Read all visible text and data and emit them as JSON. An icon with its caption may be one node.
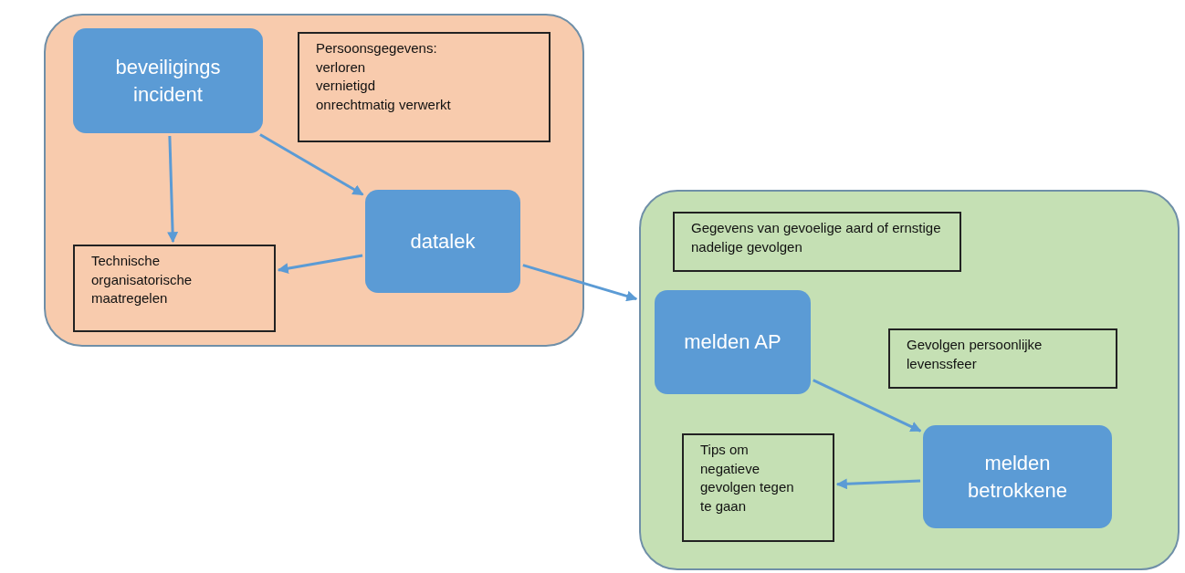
{
  "diagram": {
    "nodes": [
      {
        "text": [],
        "shape": "box"
      },
      {
        "text": [
          "beveiligings incident"
        ],
        "in": 0
      },
      {
        "text": [
          "Persoonsgegevens:",
          "verloren",
          "vernietigd",
          "onrechtmatig verwerkt"
        ],
        "in": 0
      },
      {
        "text": [
          "datalek"
        ],
        "in": 0
      },
      {
        "text": [
          "Technische organisatorische maatregelen"
        ],
        "in": 0
      },
      {
        "text": [],
        "shape": "box"
      },
      {
        "text": [
          "Gegevens van gevoelige aard of ernstige nadelige gevolgen"
        ],
        "in": 5
      },
      {
        "text": [
          "melden AP"
        ],
        "in": 5
      },
      {
        "text": [
          "Gevolgen persoonlijke levenssfeer"
        ],
        "in": 5
      },
      {
        "text": [
          "melden betrokkene"
        ],
        "in": 5
      },
      {
        "text": [
          "Tips om negatieve gevolgen tegen te gaan"
        ],
        "in": 5
      }
    ],
    "edges": [
      {
        "from": 1,
        "to": 4,
        "arrow": "to"
      },
      {
        "from": 1,
        "to": 3,
        "arrow": "to"
      },
      {
        "from": 3,
        "to": 4,
        "arrow": "to"
      },
      {
        "from": 3,
        "to": 5,
        "arrow": "to"
      },
      {
        "from": 7,
        "to": 9,
        "arrow": "to"
      },
      {
        "from": 9,
        "to": 10,
        "arrow": "to"
      }
    ]
  }
}
